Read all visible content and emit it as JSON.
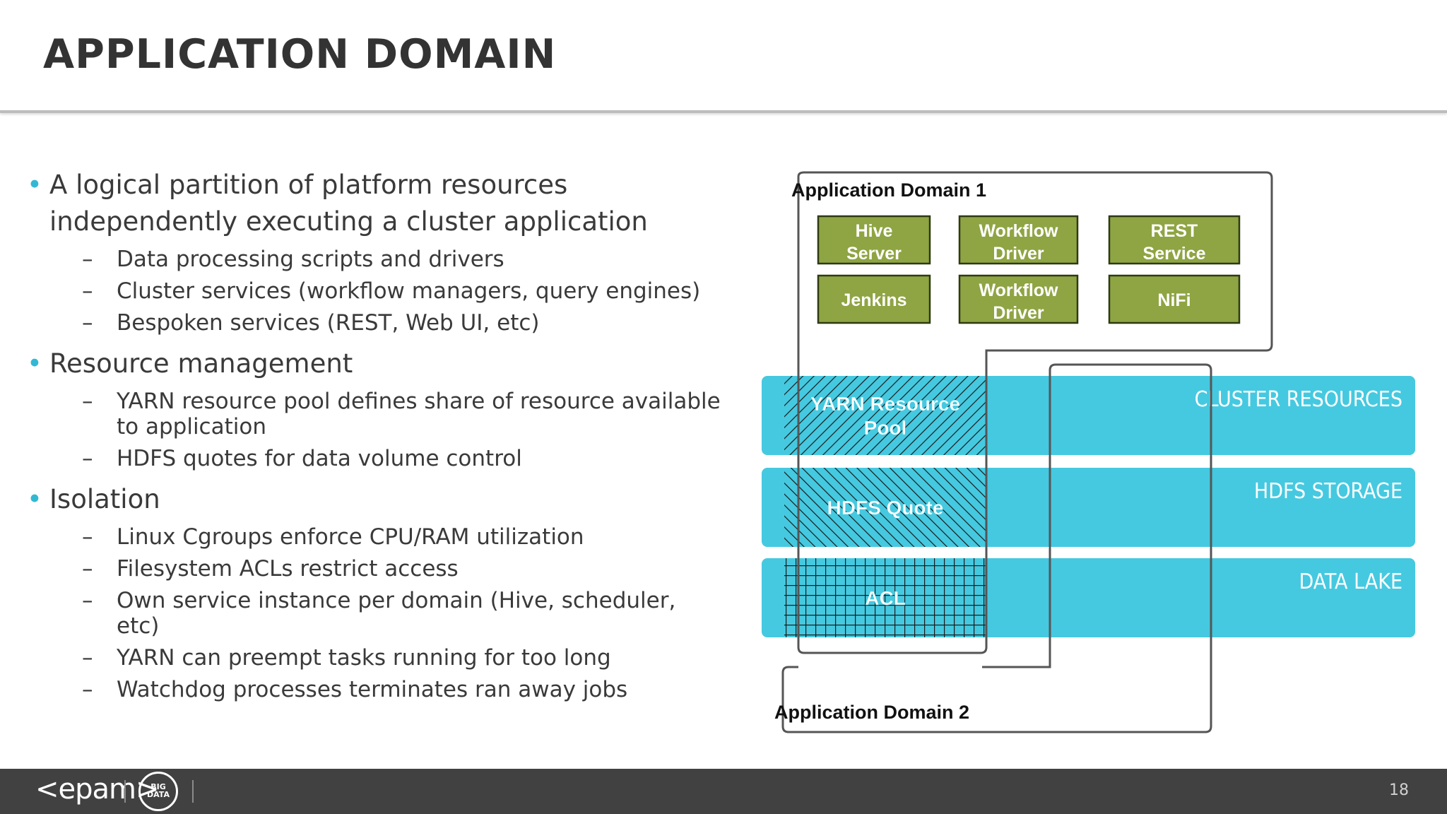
{
  "title": "APPLICATION DOMAIN",
  "bullets": [
    {
      "text": "A logical partition of platform resources independently executing a cluster application",
      "line1": "A logical partition of platform resources",
      "line2": "independently executing a cluster application",
      "subs": [
        "Data processing scripts and drivers",
        "Cluster services (workflow managers, query engines)",
        "Bespoken services (REST, Web UI, etc)"
      ]
    },
    {
      "text": "Resource management",
      "subs": [
        "YARN resource pool defines share of resource available",
        "to application",
        "HDFS quotes for data volume control"
      ]
    },
    {
      "text": "Isolation",
      "subs": [
        "Linux Cgroups enforce CPU/RAM utilization",
        "Filesystem ACLs restrict access",
        "Own service instance per domain (Hive, scheduler,",
        "etc)",
        "YARN can preempt tasks running for too long",
        "Watchdog processes terminates ran away jobs"
      ]
    }
  ],
  "diagram": {
    "domain1_label": "Application Domain 1",
    "domain2_label": "Application Domain 2",
    "services": [
      [
        "Hive",
        "Server"
      ],
      [
        "Workflow",
        "Driver"
      ],
      [
        "REST",
        "Service"
      ],
      [
        "Jenkins"
      ],
      [
        "Workflow",
        "Driver"
      ],
      [
        "NiFi"
      ]
    ],
    "bands": [
      {
        "label": "CLUSTER RESOURCES",
        "inner": [
          "YARN Resource",
          "Pool"
        ]
      },
      {
        "label": "HDFS STORAGE",
        "inner": [
          "HDFS Quote"
        ]
      },
      {
        "label": "DATA LAKE",
        "inner": [
          "ACL"
        ]
      }
    ],
    "colors": {
      "band": "#45c9e0",
      "service_fill": "#8fa443",
      "service_border": "#2e3a12",
      "domain_border": "#555555"
    }
  },
  "footer": {
    "logo": "<epam>",
    "badge_top": "BIG",
    "badge_bottom": "DATA",
    "page_number": "18"
  }
}
